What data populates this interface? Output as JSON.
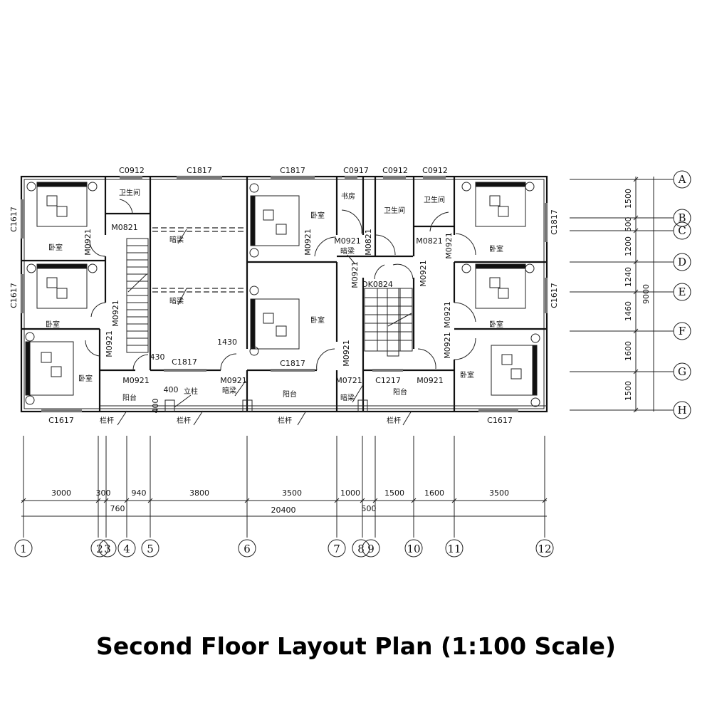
{
  "title": "Second Floor Layout Plan (1:100 Scale)",
  "windows": {
    "top": [
      "C0912",
      "C1817",
      "C1817",
      "C0917",
      "C0912",
      "C0912"
    ],
    "left": [
      "C1617",
      "C1617"
    ],
    "right": [
      "C1817",
      "C1617"
    ],
    "bottom": [
      "C1617",
      "C1617"
    ],
    "interior": [
      "C1817",
      "C1817",
      "C1217"
    ]
  },
  "doors": [
    "M0821",
    "M0921",
    "M0921",
    "M0921",
    "M0921",
    "M0921",
    "M0921",
    "M0921",
    "M0821",
    "M0821",
    "M0921",
    "M0921",
    "M0921",
    "M0921",
    "M0921",
    "M0921",
    "M0721",
    "M0921",
    "DK0824"
  ],
  "rooms": {
    "bathroom": "卫生间",
    "bedroom": "卧室",
    "study": "书房",
    "balcony": "阳台"
  },
  "annotations": {
    "hidden_beam": "暗梁",
    "column": "立柱",
    "railing": "栏杆"
  },
  "local_dims": [
    "430",
    "1430",
    "400",
    "400"
  ],
  "axes_x": [
    "1",
    "2",
    "3",
    "4",
    "5",
    "6",
    "7",
    "8",
    "9",
    "10",
    "11",
    "12"
  ],
  "axes_y": [
    "A",
    "B",
    "C",
    "D",
    "E",
    "F",
    "G",
    "H"
  ],
  "dims_x": [
    "3000",
    "300",
    "940",
    "3800",
    "3500",
    "1000",
    "1500",
    "1600",
    "3500",
    "760",
    "500",
    "20400"
  ],
  "dims_y": [
    "1500",
    "500",
    "1200",
    "1240",
    "1460",
    "1600",
    "1500",
    "9000"
  ]
}
